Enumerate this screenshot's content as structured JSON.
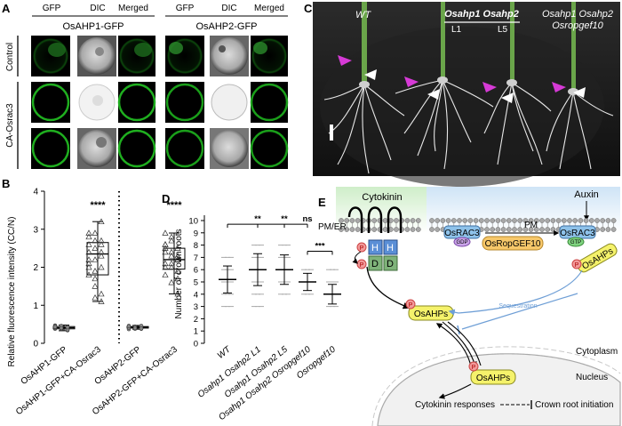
{
  "panel_letters": [
    "A",
    "B",
    "C",
    "D",
    "E"
  ],
  "panelA": {
    "col_headers": [
      "GFP",
      "DIC",
      "Merged",
      "GFP",
      "DIC",
      "Merged"
    ],
    "construct_1": "OsAHP1-GFP",
    "construct_2": "OsAHP2-GFP",
    "row_label_control": "Control",
    "row_label_treated": "CA-Osrac3"
  },
  "panelC": {
    "labels": [
      "WT",
      "Osahp1 Osahp2",
      "Osahp1 Osahp2",
      "Osropgef10"
    ],
    "lines": [
      "L1",
      "L5"
    ]
  },
  "panelE": {
    "cytokinin": "Cytokinin",
    "auxin": "Auxin",
    "pm_er": "PM/ER",
    "pm": "PM",
    "h": "H",
    "d": "D",
    "p": "P",
    "osrac3": "OsRAC3",
    "gdp": "GDP",
    "gtp": "GTP",
    "gef": "OsRopGEF10",
    "osahps": "OsAHPs",
    "sequestration": "Sequestration",
    "cytoplasm": "Cytoplasm",
    "nucleus": "Nucleus",
    "cytokinin_responses": "Cytokinin responses",
    "crown_root": "Crown root initiation"
  },
  "colors": {
    "nucleus_green": "#3fd13f",
    "lipid_head": "#a8a8a8",
    "h_box": "#5b8fd6",
    "d_box": "#7fb37a",
    "osahps": "#f5f26b",
    "osrac3": "#8ec2ea",
    "gef": "#f7c86a",
    "sequestration": "#6f9fd6"
  },
  "chart_data": [
    {
      "type": "scatter",
      "panel": "B",
      "ylabel": "Relative fluorescence intensity (CC/N)",
      "ylim": [
        0,
        4
      ],
      "yticks": [
        0,
        1,
        2,
        3,
        4
      ],
      "categories": [
        "OsAHP1-GFP",
        "OsAHP1-GFP+CA-Osrac3",
        "OsAHP2-GFP",
        "OsAHP2-GFP+CA-Osrac3"
      ],
      "series": [
        {
          "name": "OsAHP1-GFP",
          "values": [
            0.38,
            0.42,
            0.35,
            0.45,
            0.4,
            0.36,
            0.47,
            0.41,
            0.39,
            0.44,
            0.37,
            0.43,
            0.4,
            0.46,
            0.34,
            0.42,
            0.38,
            0.41,
            0.45,
            0.39,
            0.36,
            0.43,
            0.4,
            0.42
          ]
        },
        {
          "name": "OsAHP1-GFP+CA-Osrac3",
          "values": [
            2.9,
            2.7,
            2.6,
            2.4,
            2.2,
            2.0,
            1.8,
            1.5,
            1.1,
            2.8,
            2.5,
            2.3,
            2.1,
            1.7,
            1.3,
            2.6,
            2.9,
            2.4,
            2.0,
            1.2,
            2.7,
            2.2,
            1.9,
            3.2
          ]
        },
        {
          "name": "OsAHP2-GFP",
          "values": [
            0.4,
            0.44,
            0.38,
            0.46,
            0.42,
            0.39,
            0.45,
            0.41,
            0.43,
            0.37,
            0.44,
            0.4,
            0.42,
            0.38,
            0.46,
            0.41,
            0.43,
            0.39,
            0.45,
            0.4
          ]
        },
        {
          "name": "OsAHP2-GFP+CA-Osrac3",
          "values": [
            2.9,
            2.7,
            2.5,
            2.4,
            2.3,
            2.2,
            2.1,
            2.0,
            1.9,
            1.8,
            1.6,
            1.3,
            2.6,
            2.8,
            2.2,
            2.0,
            2.4,
            1.7,
            2.5,
            2.1,
            2.3,
            2.6
          ]
        }
      ],
      "box": [
        {
          "q1": 0.38,
          "median": 0.41,
          "q3": 0.44,
          "min": 0.33,
          "max": 0.48
        },
        {
          "q1": 1.8,
          "median": 2.35,
          "q3": 2.65,
          "min": 1.1,
          "max": 3.2
        },
        {
          "q1": 0.4,
          "median": 0.42,
          "q3": 0.44,
          "min": 0.37,
          "max": 0.47
        },
        {
          "q1": 1.95,
          "median": 2.2,
          "q3": 2.5,
          "min": 1.3,
          "max": 2.9
        }
      ],
      "annotations": [
        "****",
        "****"
      ]
    },
    {
      "type": "scatter",
      "panel": "D",
      "ylabel": "Number of crown roots",
      "ylim": [
        0,
        10
      ],
      "yticks": [
        0,
        1,
        2,
        3,
        4,
        5,
        6,
        7,
        8,
        9,
        10
      ],
      "categories": [
        "WT",
        "Osahp1 Osahp2 L1",
        "Osahp1 Osahp2 L5",
        "Osahp1 Osahp2 Osropgef10",
        "Osropgef10"
      ],
      "mean": [
        5.2,
        6.0,
        6.0,
        5.0,
        4.0
      ],
      "sd": [
        1.1,
        1.3,
        1.2,
        0.7,
        0.8
      ],
      "range": [
        [
          3,
          7
        ],
        [
          3,
          8
        ],
        [
          4,
          8
        ],
        [
          4,
          6
        ],
        [
          3,
          6
        ]
      ],
      "annotations": [
        "**",
        "**",
        "ns",
        "***"
      ]
    }
  ]
}
